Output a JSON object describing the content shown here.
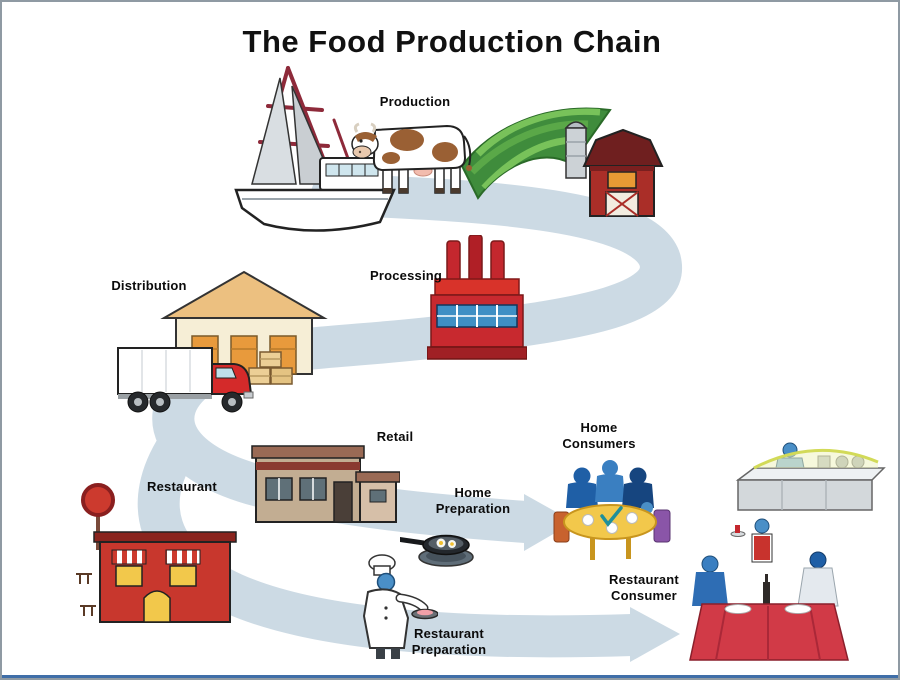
{
  "title": "The Food Production Chain",
  "labels": {
    "production": "Production",
    "processing": "Processing",
    "distribution": "Distribution",
    "retail": "Retail",
    "restaurant": "Restaurant",
    "home_preparation": "Home\nPreparation",
    "home_consumers": "Home\nConsumers",
    "restaurant_preparation": "Restaurant\nPreparation",
    "restaurant_consumer": "Restaurant\nConsumer"
  },
  "illustrations": [
    "fishing-boat",
    "dairy-cow",
    "barn-and-crops",
    "processing-plant",
    "warehouse",
    "produce-crates",
    "delivery-truck",
    "retail-store",
    "restaurant-building",
    "frying-pan",
    "chef-cooking",
    "family-at-table",
    "buffet-counter",
    "restaurant-table-scene"
  ],
  "colors": {
    "flow_arrow": "#ccdae4",
    "background": "#ffffff",
    "accent_red": "#c8372d",
    "person_blue": "#3a7fc1",
    "title_text": "#111111"
  }
}
